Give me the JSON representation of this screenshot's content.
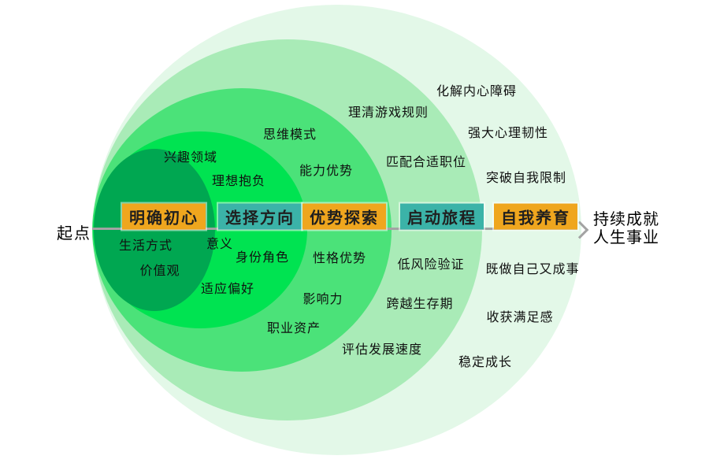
{
  "diagram": {
    "type": "concentric-ellipse-career-growth-model",
    "axis": {
      "start_label": "起点",
      "end_label_line1": "持续成就",
      "end_label_line2": "人生事业"
    },
    "stages": [
      {
        "label": "明确初心",
        "color": "#EFA61E"
      },
      {
        "label": "选择方向",
        "color": "#3BB3A8"
      },
      {
        "label": "优势探索",
        "color": "#EFA61E"
      },
      {
        "label": "启动旅程",
        "color": "#3BB3A8"
      },
      {
        "label": "自我养育",
        "color": "#EFA61E"
      }
    ],
    "satellites": [
      "化解内心障碍",
      "理清游戏规则",
      "强大心理韧性",
      "思维模式",
      "兴趣领域",
      "理想抱负",
      "能力优势",
      "匹配合适职位",
      "突破自我限制",
      "生活方式",
      "意义",
      "价值观",
      "身份角色",
      "适应偏好",
      "性格优势",
      "影响力",
      "职业资产",
      "低风险验证",
      "跨越生存期",
      "既做自己又成事",
      "收获满足感",
      "评估发展速度",
      "稳定成长"
    ],
    "colors": {
      "rings_inner_to_outer": [
        "#00A751",
        "#00E351",
        "#4BE279",
        "#A9EBB7",
        "#E3F8E8"
      ],
      "stage_orange": "#EFA61E",
      "stage_teal": "#3BB3A8",
      "axis_gray": "#A3A3A3"
    }
  }
}
